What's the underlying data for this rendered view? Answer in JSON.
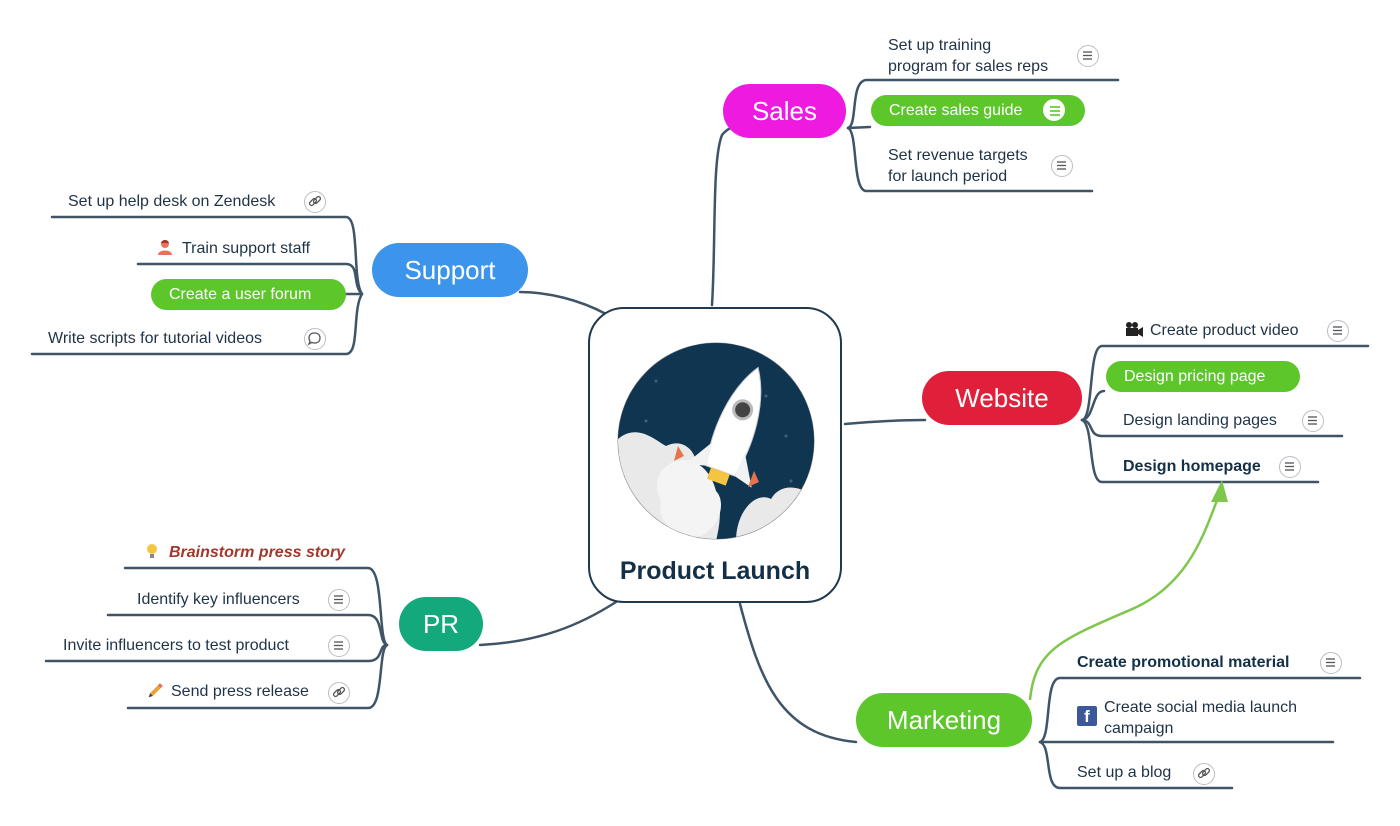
{
  "central": {
    "title": "Product Launch"
  },
  "branches": {
    "sales": {
      "label": "Sales",
      "color": "#ee1ae0"
    },
    "support": {
      "label": "Support",
      "color": "#3c95ea"
    },
    "website": {
      "label": "Website",
      "color": "#e0203a"
    },
    "pr": {
      "label": "PR",
      "color": "#14a97c"
    },
    "marketing": {
      "label": "Marketing",
      "color": "#5cc62b"
    }
  },
  "sales_topics": {
    "training_line1": "Set up training",
    "training_line2": "program for sales reps",
    "guide": "Create sales guide",
    "revenue_line1": "Set revenue targets",
    "revenue_line2": "for launch period"
  },
  "support_topics": {
    "zendesk": "Set up help desk on Zendesk",
    "train_staff": "Train support staff",
    "forum": "Create a user forum",
    "scripts": "Write scripts for tutorial videos"
  },
  "website_topics": {
    "video": "Create product video",
    "pricing": "Design pricing page",
    "landing": "Design landing pages",
    "homepage": "Design homepage"
  },
  "pr_topics": {
    "brainstorm": "Brainstorm press story",
    "influencers": "Identify key influencers",
    "invite": "Invite influencers to test product",
    "press_release": "Send press release"
  },
  "marketing_topics": {
    "promo": "Create promotional material",
    "social_line1": "Create social media launch",
    "social_line2": "campaign",
    "blog": "Set up a blog"
  },
  "icons": {
    "person": "person-icon",
    "lightbulb": "lightbulb-icon",
    "pencil": "pencil-icon",
    "camera": "video-camera-icon",
    "facebook": "facebook-icon",
    "note": "note-icon",
    "link": "link-icon",
    "comment": "comment-icon",
    "facebook_letter": "f"
  },
  "colors": {
    "connector": "#3f5567",
    "relationship": "#7ec74c",
    "pill": "#5cc62b"
  }
}
